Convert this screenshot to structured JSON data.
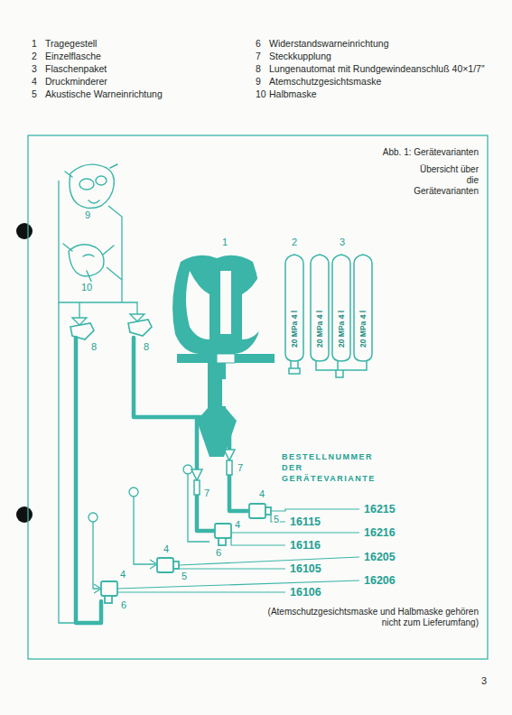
{
  "diagram": {
    "caption": "Abb. 1: Gerätevarianten",
    "labels": [
      "1",
      "Tragegestell",
      "6",
      "Widerstandswarneinrichtung",
      "2",
      "Einzelflasche",
      "7",
      "Steckkupplung",
      "3",
      "Flaschenpaket",
      "8",
      "Lungenautomat mit Rundgewindeanschluß 40×1/7″",
      "4",
      "Druckminderer",
      "9",
      "Atemschutzgesichtsmaske",
      "5",
      "Akustische Warneinrichtung",
      "10",
      "Halbmaske",
      "Übersicht über die Gerätevarianten",
      "9",
      "10",
      "8",
      "8",
      "1",
      "2",
      "3",
      "20 MPa 4 l",
      "20 MPa 4 l",
      "20 MPa 4 l",
      "20 MPa 4 l",
      "7",
      "4",
      "5",
      "7",
      "4",
      "6",
      "4",
      "5",
      "4",
      "6",
      "BESTELLNUMMER DER GERÄTEVARIANTE",
      "16215",
      "16115",
      "16216",
      "16116",
      "16205",
      "16105",
      "16206",
      "16106",
      "(Atemschutzgesichtsmaske und Halbmaske gehören nicht zum Lieferumfang)",
      "3"
    ]
  }
}
